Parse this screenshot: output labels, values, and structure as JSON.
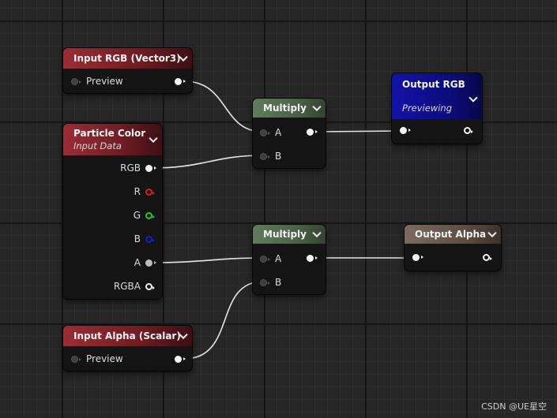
{
  "nodes": {
    "input_rgb": {
      "title": "Input RGB (Vector3)",
      "pin": "Preview"
    },
    "particle_color": {
      "title": "Particle Color",
      "subtitle": "Input Data",
      "outputs": [
        "RGB",
        "R",
        "G",
        "B",
        "A",
        "RGBA"
      ]
    },
    "input_alpha": {
      "title": "Input Alpha (Scalar)",
      "pin": "Preview"
    },
    "multiply_top": {
      "title": "Multiply",
      "input_a": "A",
      "input_b": "B"
    },
    "multiply_bottom": {
      "title": "Multiply",
      "input_a": "A",
      "input_b": "B"
    },
    "output_rgb": {
      "title": "Output RGB",
      "subtitle": "Previewing"
    },
    "output_alpha": {
      "title": "Output Alpha"
    }
  },
  "colors": {
    "background": "#262626",
    "wire": "#e6e6e6",
    "header_input": "#9a2d35",
    "header_multiply": "#5f7c5a",
    "header_output_rgb": "#1212a8",
    "header_output_alpha": "#7d6a5c",
    "pin_r": "#e41a1a",
    "pin_g": "#19d019",
    "pin_b": "#1a1ad8"
  },
  "watermark": "CSDN @UE星空"
}
